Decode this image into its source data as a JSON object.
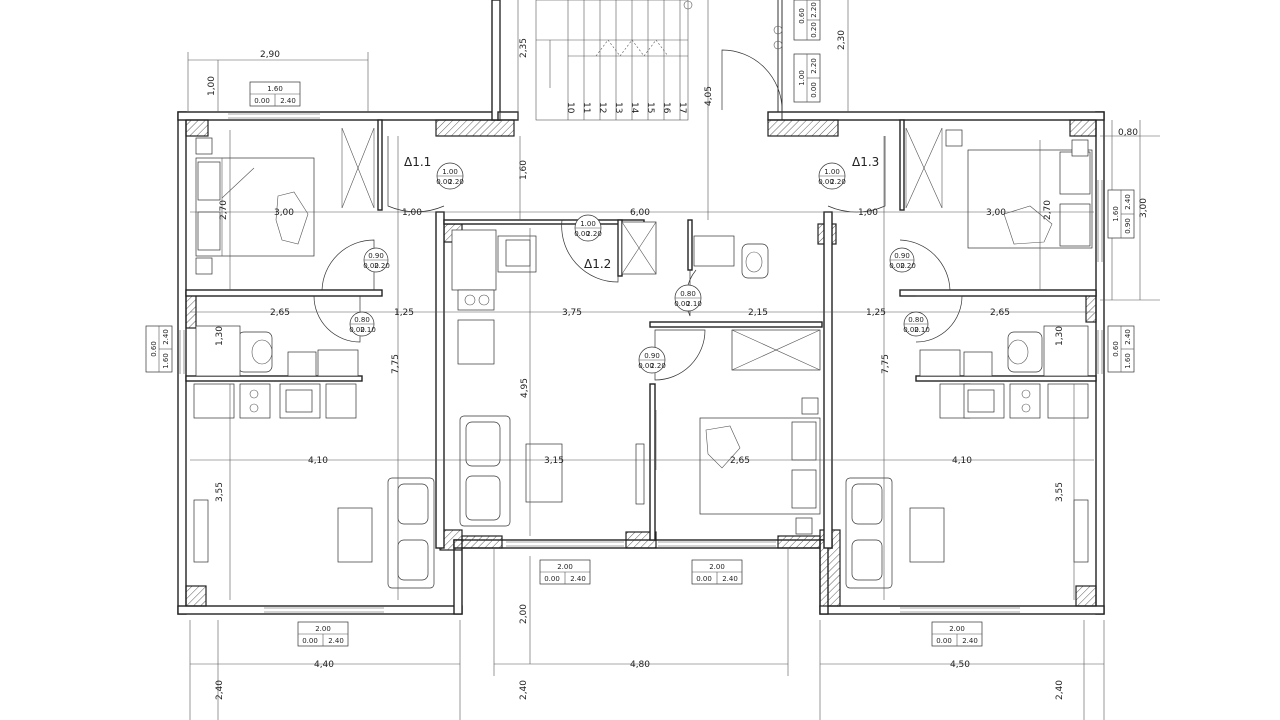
{
  "apartments": [
    {
      "code": "Δ1.1",
      "dim": {
        "w": "1.00",
        "a": "0.00",
        "b": "2.20"
      }
    },
    {
      "code": "Δ1.2",
      "dim": {
        "w": "1.00",
        "a": "0.00",
        "b": "2.20"
      }
    },
    {
      "code": "Δ1.3",
      "dim": {
        "w": "1.00",
        "a": "0.00",
        "b": "2.20"
      }
    }
  ],
  "stair_numbers": [
    "10",
    "11",
    "12",
    "13",
    "14",
    "15",
    "16",
    "17"
  ],
  "dimensions": {
    "d290": "2,90",
    "d100a": "1,00",
    "d235": "2,35",
    "d405": "4,05",
    "d230": "2,30",
    "d080": "0,80",
    "d300a": "3,00",
    "d160": "1,60",
    "d300b": "3,00",
    "d100b": "1,00",
    "d600": "6,00",
    "d100c": "1,00",
    "d300c": "3,00",
    "d270a": "2,70",
    "d270b": "2,70",
    "d265a": "2,65",
    "d125a": "1,25",
    "d375": "3,75",
    "d215": "2,15",
    "d125b": "1,25",
    "d265b": "2,65",
    "d130a": "1,30",
    "d130b": "1,30",
    "d775a": "7,75",
    "d775b": "7,75",
    "d495": "4,95",
    "d410a": "4,10",
    "d315": "3,15",
    "d265c": "2,65",
    "d410b": "4,10",
    "d355a": "3,55",
    "d355b": "3,55",
    "d200v": "2,00",
    "d440": "4,40",
    "d480": "4,80",
    "d450": "4,50",
    "d240a": "2,40",
    "d240b": "2,40",
    "d240c": "2,40"
  },
  "window_tags": [
    {
      "w": "1.60",
      "a": "0.00",
      "b": "2.40"
    },
    {
      "w": "2.00",
      "a": "0.00",
      "b": "2.40"
    },
    {
      "w": "2.00",
      "a": "0.00",
      "b": "2.40"
    },
    {
      "w": "2.00",
      "a": "0.00",
      "b": "2.40"
    },
    {
      "w": "2.00",
      "a": "0.00",
      "b": "2.40"
    }
  ],
  "vertical_tags": [
    {
      "w": "0.60",
      "a": "1.60",
      "b": "2.40"
    },
    {
      "w": "0.60",
      "a": "1.60",
      "b": "2.40"
    },
    {
      "w": "1.60",
      "a": "0.90",
      "b": "2.40"
    },
    {
      "w": "0.60",
      "a": "0.20",
      "b": "2.20"
    },
    {
      "w": "1.00",
      "a": "0.00",
      "b": "2.20"
    }
  ],
  "door_tags": [
    {
      "w": "0.90",
      "a": "0.00",
      "b": "2.20"
    },
    {
      "w": "0.80",
      "a": "0.00",
      "b": "2.10"
    },
    {
      "w": "0.80",
      "a": "0.00",
      "b": "2.10"
    },
    {
      "w": "0.90",
      "a": "0.00",
      "b": "2.20"
    },
    {
      "w": "0.90",
      "a": "0.00",
      "b": "2.20"
    },
    {
      "w": "0.80",
      "a": "0.00",
      "b": "2.10"
    }
  ]
}
